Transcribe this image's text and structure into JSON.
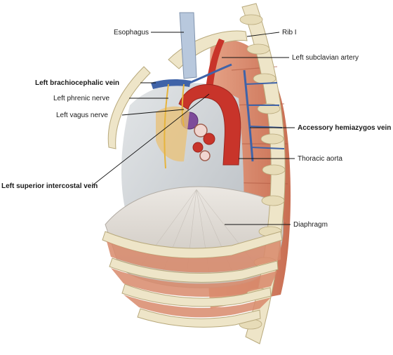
{
  "labels": {
    "esophagus": "Esophagus",
    "rib_1": "Rib I",
    "left_subclavian_artery": "Left subclavian artery",
    "left_brachiocephalic_vein": "Left brachiocephalic vein",
    "left_phrenic_nerve": "Left phrenic nerve",
    "left_vagus_nerve": "Left vagus nerve",
    "accessory_hemiazygos_vein": "Accessory hemiazygos vein",
    "thoracic_aorta": "Thoracic aorta",
    "left_superior_intercostal_vein": "Left superior intercostal vein",
    "diaphragm": "Diaphragm"
  },
  "colors": {
    "bone": "#eee5c8",
    "bone_shadow": "#cbbd92",
    "muscle": "#d98a6c",
    "muscle_dark": "#b85a40",
    "artery": "#c8342a",
    "vein": "#3f63a8",
    "nerve": "#e6b43c",
    "pleura": "#c9cdd2",
    "diaphragm": "#d7d2cc",
    "heart_base": "#e9c27a",
    "purple": "#7d4b9a"
  }
}
